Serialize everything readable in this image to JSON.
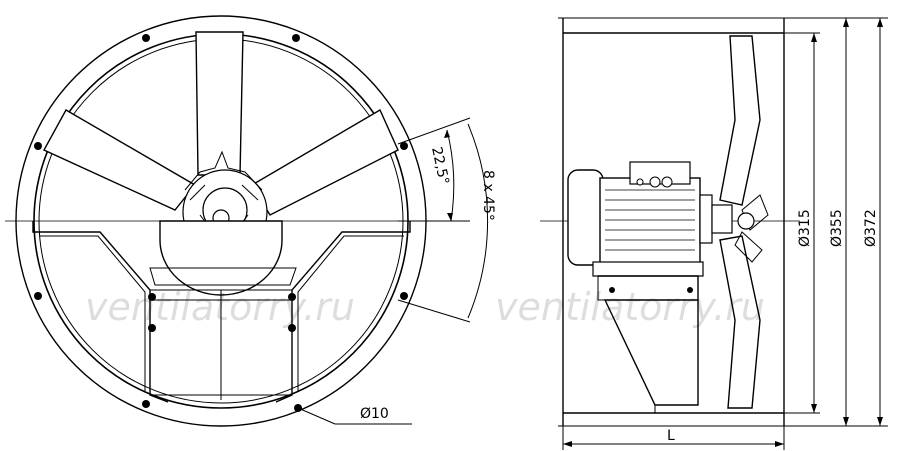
{
  "labels": {
    "angle_small": "22,5°",
    "angle_holes": "8 x 45°",
    "hole_diameter": "Ø10",
    "length": "L",
    "dia_315": "Ø315",
    "dia_355": "Ø355",
    "dia_372": "Ø372"
  },
  "watermark": {
    "left": "ventilatorry.ru",
    "right": "ventilatorry.ru"
  }
}
